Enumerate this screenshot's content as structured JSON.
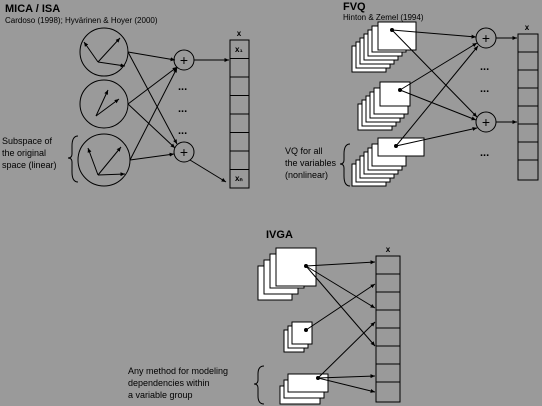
{
  "mica": {
    "title": "MICA / ISA",
    "citation": "Cardoso (1998); Hyvärinen & Hoyer (2000)",
    "column_label": "x",
    "first_cell_label": "x₁",
    "last_cell_label": "xₙ",
    "plus": "+",
    "ellipsis": "...",
    "side_label_lines": [
      "Subspace of",
      "the original",
      "space (linear)"
    ]
  },
  "fvq": {
    "title": "FVQ",
    "citation": "Hinton & Zemel (1994)",
    "column_label": "x",
    "plus": "+",
    "ellipsis": "...",
    "side_label_lines": [
      "VQ for all",
      "the variables",
      "(nonlinear)"
    ]
  },
  "ivga": {
    "title": "IVGA",
    "column_label": "x",
    "side_label_lines": [
      "Any method for modeling",
      "dependencies within",
      "a variable group"
    ]
  },
  "colors": {
    "background": "#9a9a9a",
    "shape_fill": "#ffffff",
    "stroke": "#000000"
  }
}
